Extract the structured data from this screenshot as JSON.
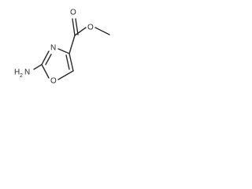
{
  "molecule": {
    "atoms": {
      "carbonyl_oxygen": "O",
      "ester_oxygen": "O",
      "ring_nitrogen": "N",
      "ring_oxygen": "O",
      "amine_nitrogen": "N",
      "amine_hydrogen": "H",
      "amine_count": "2"
    }
  },
  "colors": {
    "bond": "#2b2b2b",
    "background": "#ffffff"
  }
}
